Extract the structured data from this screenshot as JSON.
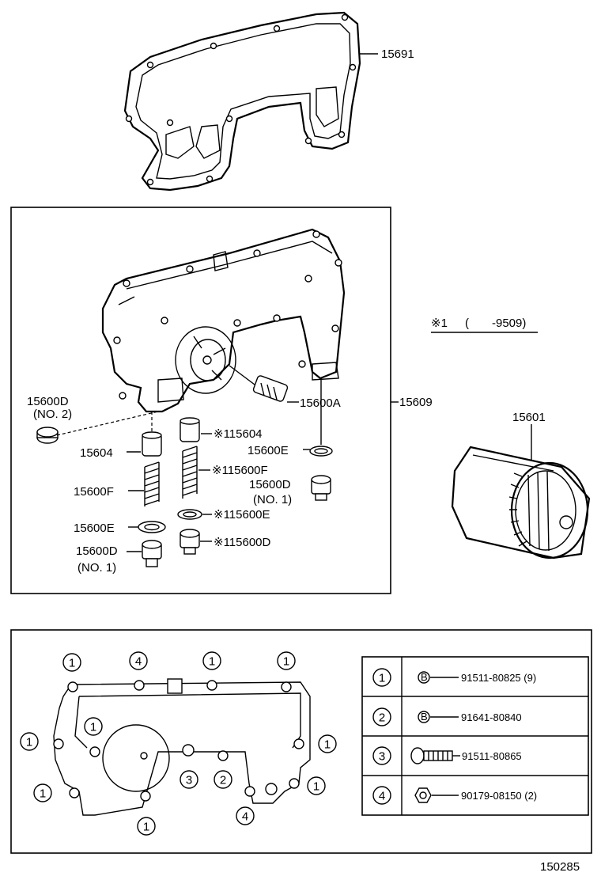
{
  "diagram": {
    "page_number": "150285",
    "top_part": {
      "number": "15691"
    },
    "assembly": {
      "number": "15609",
      "parts": {
        "p15600A": "15600A",
        "p15600D_left": "15600D",
        "p15600D_left_sub": "(NO. 2)",
        "p15604": "15604",
        "p15600F": "15600F",
        "p15600E": "15600E",
        "p15600D_bottom": "15600D",
        "p15600D_bottom_sub": "(NO. 1)",
        "p15600E_right": "15600E",
        "p15600D_right": "15600D",
        "p15600D_right_sub": "(NO. 1)",
        "x15604": "※115604",
        "x15600F": "※115600F",
        "x15600E": "※115600E",
        "x15600D": "※115600D"
      }
    },
    "footnote": {
      "mark": "※1",
      "open": "(",
      "range": "-9509)"
    },
    "filter": {
      "number": "15601"
    },
    "bolt_map": {
      "callouts": [
        "1",
        "4",
        "1",
        "1",
        "1",
        "1",
        "1",
        "3",
        "2",
        "1",
        "1",
        "4",
        "1"
      ]
    },
    "legend": {
      "rows": [
        {
          "num": "1",
          "part": "91511-80825 (9)"
        },
        {
          "num": "2",
          "part": "91641-80840"
        },
        {
          "num": "3",
          "part": "91511-80865"
        },
        {
          "num": "4",
          "part": "90179-08150 (2)"
        }
      ]
    }
  }
}
